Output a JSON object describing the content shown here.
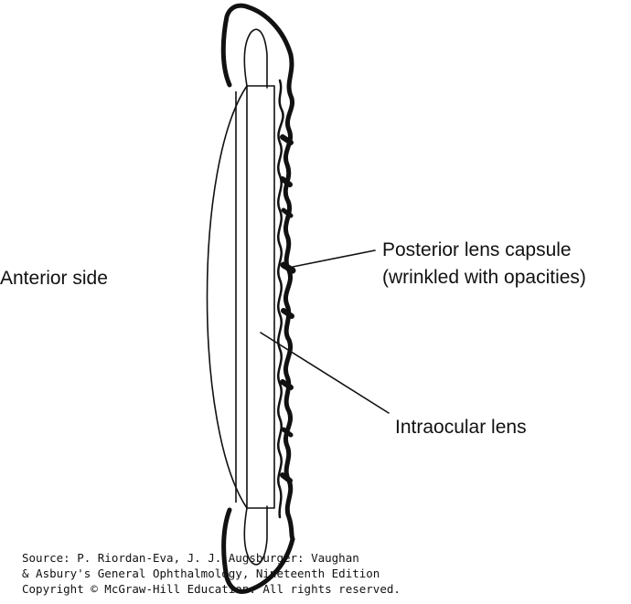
{
  "labels": {
    "anterior_side": "Anterior side",
    "posterior_capsule_line1": "Posterior lens capsule",
    "posterior_capsule_line2": "(wrinkled with opacities)",
    "intraocular_lens": "Intraocular lens"
  },
  "source": {
    "line1": "Source: P. Riordan-Eva, J. J. Augsburger: Vaughan",
    "line2": "& Asbury's General Ophthalmology, Nineteenth Edition",
    "line3": "Copyright © McGraw-Hill Education. All rights reserved."
  },
  "colors": {
    "ink": "#111111",
    "background": "#ffffff"
  }
}
